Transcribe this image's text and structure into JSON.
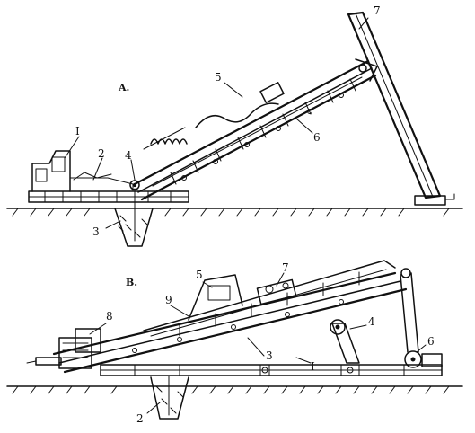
{
  "figure": {
    "panel_a": {
      "label": "A.",
      "callouts": [
        "I",
        "2",
        "3",
        "4",
        "5",
        "6",
        "7"
      ]
    },
    "panel_b": {
      "label": "B.",
      "callouts": [
        "I",
        "2",
        "3",
        "4",
        "5",
        "6",
        "7",
        "8",
        "9"
      ]
    },
    "colors": {
      "ink": "#111111",
      "paper": "#ffffff"
    }
  }
}
